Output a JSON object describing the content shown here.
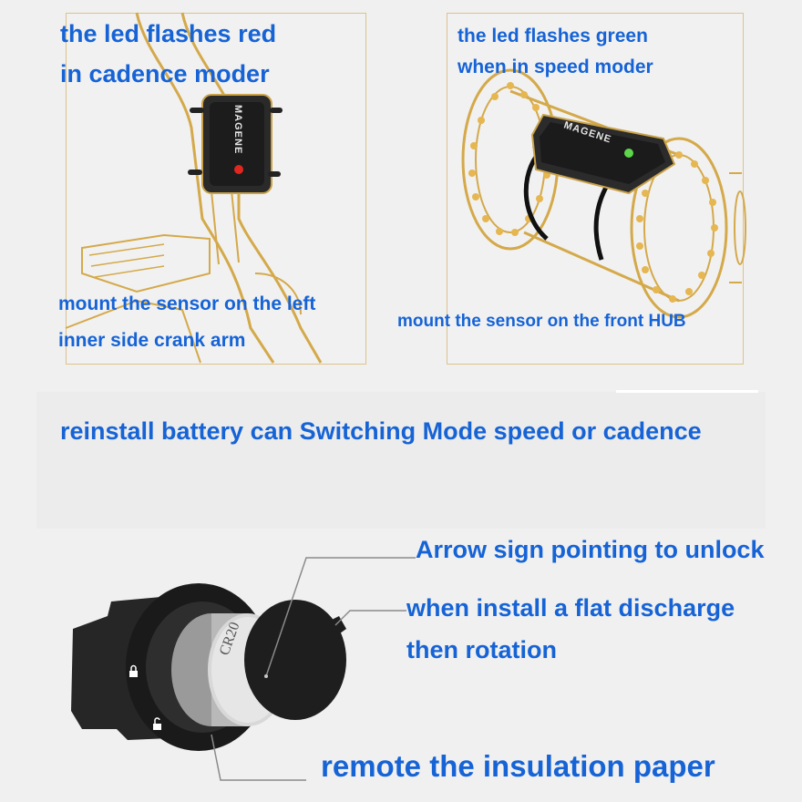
{
  "cadence": {
    "title_lines": [
      "the led flashes red",
      "in cadence moder"
    ],
    "mount_lines": [
      "mount the sensor on the left",
      "inner side crank arm"
    ],
    "led_color": "#e0271f",
    "brand": "MAGENE"
  },
  "speed": {
    "title_lines": [
      "the led flashes green",
      "when in speed moder"
    ],
    "mount_line": "mount the sensor on the front HUB",
    "led_color": "#5cd64a",
    "brand": "MAGENE"
  },
  "battery": {
    "band_text": "reinstall battery can Switching Mode speed or cadence",
    "arrow_note": "Arrow sign pointing to unlock",
    "flat_note_lines": [
      "when install a flat discharge",
      "then rotation"
    ],
    "paper_note": "remote the insulation paper",
    "coin_label": "CR20"
  },
  "colors": {
    "text_blue": "#1663d6",
    "outline_gold": "#d4a94a",
    "panel_border": "#dcc38a"
  }
}
